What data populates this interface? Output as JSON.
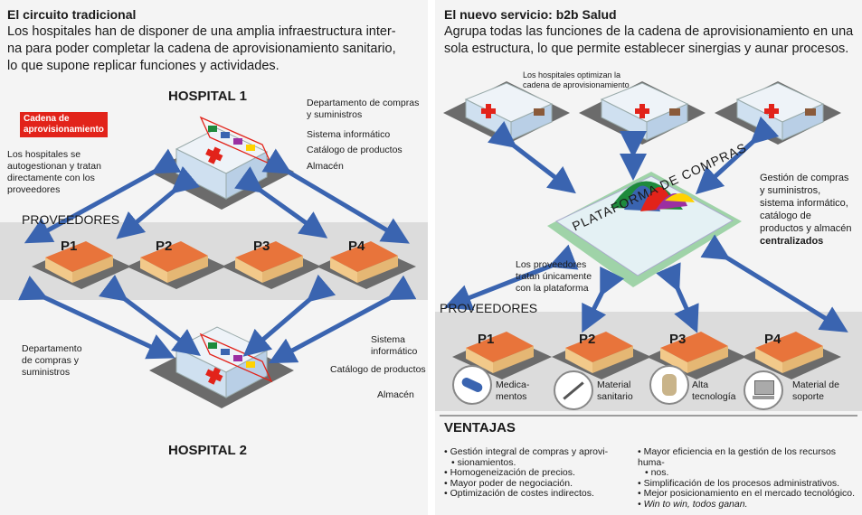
{
  "left": {
    "heading": "El circuito tradicional",
    "intro_lines": [
      "Los hospitales han de disponer de una amplia infraestructura inter-",
      "na para poder completar la cadena de aprovisionamiento sanitario,",
      "lo que supone replicar funciones y actividades."
    ],
    "hospital1": "HOSPITAL 1",
    "hospital2": "HOSPITAL 2",
    "chain_tag_lines": [
      "Cadena de",
      "aprovisionamiento"
    ],
    "dept1_lines": [
      "Departamento de compras",
      "y suministros"
    ],
    "sistema1": "Sistema informático",
    "catalogo1": "Catálogo de productos",
    "almacen1": "Almacén",
    "autogestion_lines": [
      "Los hospitales se",
      "autogestionan y tratan",
      "directamente con los",
      "proveedores"
    ],
    "proveedores": "PROVEEDORES",
    "suppliers": [
      "P1",
      "P2",
      "P3",
      "P4"
    ],
    "dept2_lines": [
      "Departamento",
      "de compras y",
      "suministros"
    ],
    "sistema2_lines": [
      "Sistema",
      "informático"
    ],
    "catalogo2": "Catálogo de productos",
    "almacen2": "Almacén"
  },
  "right": {
    "heading": "El nuevo servicio: b2b Salud",
    "intro_lines": [
      "Agrupa todas las funciones de la cadena de aprovisionamiento en una",
      "sola estructura, lo que permite establecer sinergias y aunar procesos."
    ],
    "optimizan_lines": [
      "Los hospitales optimizan la",
      "cadena de aprovisionamiento"
    ],
    "plataforma": "PLATAFORMA DE COMPRAS",
    "gestion_lines": [
      "Gestión de compras",
      "y suministros,",
      "sistema informático,",
      "catálogo de",
      "productos y almacén"
    ],
    "centralizados": "centralizados",
    "proveedores_note_lines": [
      "Los proveedores",
      "tratan únicamente",
      "con la plataforma"
    ],
    "proveedores": "PROVEEDORES",
    "suppliers": [
      "P1",
      "P2",
      "P3",
      "P4"
    ],
    "categories": [
      {
        "lines": [
          "Medica-",
          "mentos"
        ]
      },
      {
        "lines": [
          "Material",
          "sanitario"
        ]
      },
      {
        "lines": [
          "Alta",
          "tecnología"
        ]
      },
      {
        "lines": [
          "Material de",
          "soporte"
        ]
      }
    ],
    "ventajas_title": "VENTAJAS",
    "ventajas_left": [
      "Gestión integral de compras y aprovi-",
      "sionamientos.",
      "Homogeneización de precios.",
      "Mayor poder de negociación.",
      "Optimización de costes indirectos."
    ],
    "ventajas_right": [
      "Mayor eficiencia en la gestión de los recursos huma-",
      "nos.",
      "Simplificación de los procesos administrativos.",
      "Mejor posicionamiento en el mercado tecnológico.",
      "Win to win, todos ganan."
    ]
  },
  "colors": {
    "arrow": "#3a64b0",
    "roof": "#e8743b",
    "wall": "#f2c98a",
    "red": "#e2231a",
    "band": "#dcdcdc"
  }
}
